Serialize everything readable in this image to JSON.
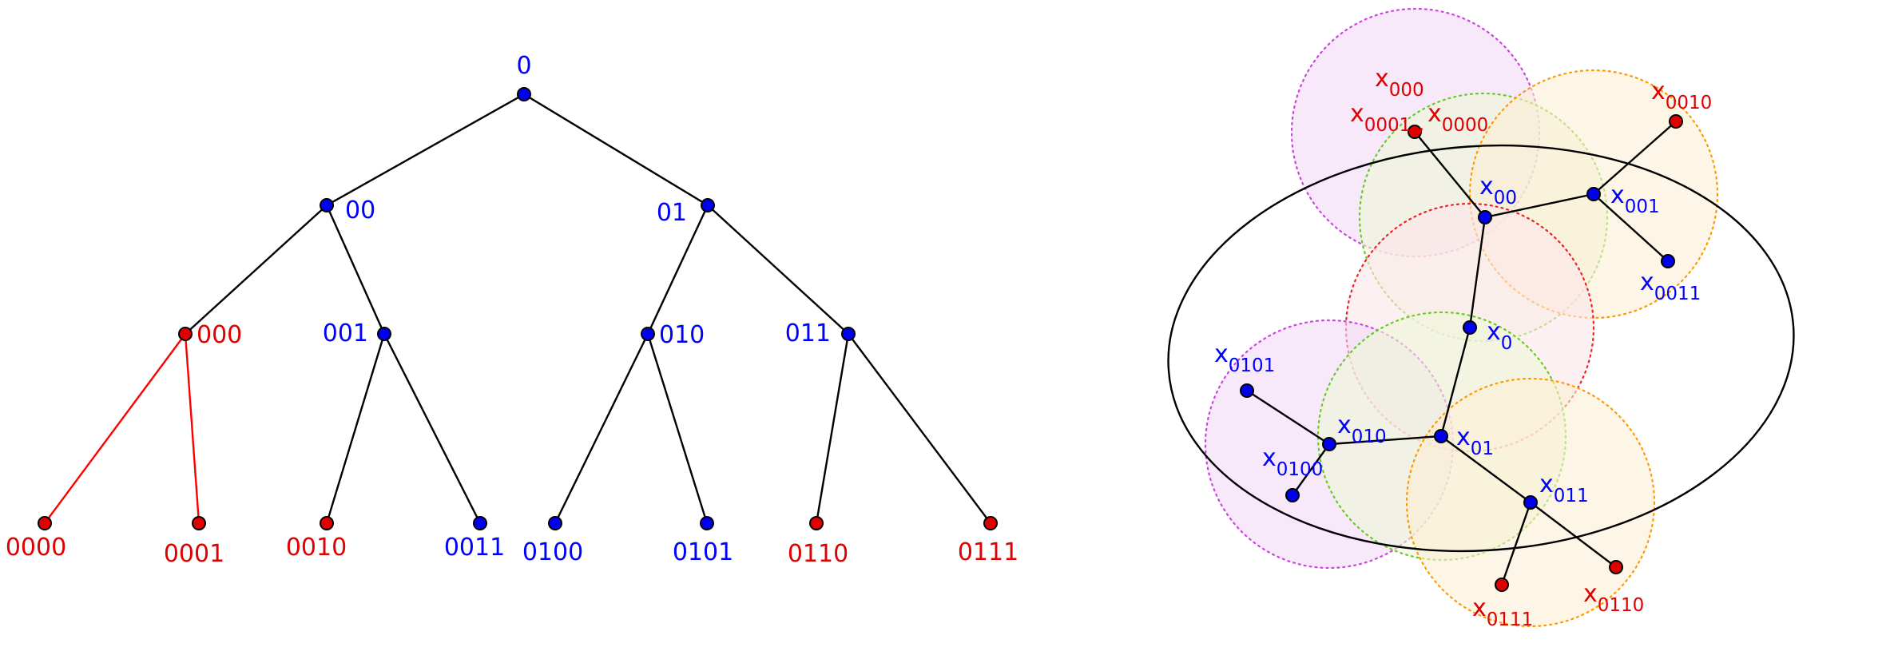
{
  "colors": {
    "internal": "#0000ff",
    "leaf": "#e00000",
    "edge": "#000000",
    "red_edge": "#ff0000",
    "node_fill_blue": "#0000ee",
    "node_fill_red": "#e00000"
  },
  "tree": {
    "nodes": [
      {
        "id": "0",
        "text": "0",
        "color": "blue"
      },
      {
        "id": "00",
        "text": "00",
        "color": "blue"
      },
      {
        "id": "01",
        "text": "01",
        "color": "blue"
      },
      {
        "id": "000",
        "text": "000",
        "color": "red"
      },
      {
        "id": "001",
        "text": "001",
        "color": "blue"
      },
      {
        "id": "010",
        "text": "010",
        "color": "blue"
      },
      {
        "id": "011",
        "text": "011",
        "color": "blue"
      },
      {
        "id": "0000",
        "text": "0000",
        "color": "red"
      },
      {
        "id": "0001",
        "text": "0001",
        "color": "red"
      },
      {
        "id": "0010",
        "text": "0010",
        "color": "red"
      },
      {
        "id": "0011",
        "text": "0011",
        "color": "blue"
      },
      {
        "id": "0100",
        "text": "0100",
        "color": "blue"
      },
      {
        "id": "0101",
        "text": "0101",
        "color": "blue"
      },
      {
        "id": "0110",
        "text": "0110",
        "color": "red"
      },
      {
        "id": "0111",
        "text": "0111",
        "color": "red"
      }
    ],
    "edges": [
      {
        "from": "0",
        "to": "00"
      },
      {
        "from": "0",
        "to": "01"
      },
      {
        "from": "00",
        "to": "000"
      },
      {
        "from": "00",
        "to": "001"
      },
      {
        "from": "01",
        "to": "010"
      },
      {
        "from": "01",
        "to": "011"
      },
      {
        "from": "000",
        "to": "0000",
        "color": "red"
      },
      {
        "from": "000",
        "to": "0001",
        "color": "red"
      },
      {
        "from": "001",
        "to": "0010"
      },
      {
        "from": "001",
        "to": "0011"
      },
      {
        "from": "010",
        "to": "0100"
      },
      {
        "from": "010",
        "to": "0101"
      },
      {
        "from": "011",
        "to": "0110"
      },
      {
        "from": "011",
        "to": "0111"
      }
    ]
  },
  "embedding": {
    "nodes": [
      {
        "id": "x0",
        "base": "x",
        "sub": "0",
        "color": "blue"
      },
      {
        "id": "x00",
        "base": "x",
        "sub": "00",
        "color": "blue"
      },
      {
        "id": "x01",
        "base": "x",
        "sub": "01",
        "color": "blue"
      },
      {
        "id": "x001",
        "base": "x",
        "sub": "001",
        "color": "blue"
      },
      {
        "id": "x010",
        "base": "x",
        "sub": "010",
        "color": "blue"
      },
      {
        "id": "x011",
        "base": "x",
        "sub": "011",
        "color": "blue"
      },
      {
        "id": "x0011",
        "base": "x",
        "sub": "0011",
        "color": "blue"
      },
      {
        "id": "x0101",
        "base": "x",
        "sub": "0101",
        "color": "blue"
      },
      {
        "id": "x0100",
        "base": "x",
        "sub": "0100",
        "color": "blue"
      },
      {
        "id": "x0001",
        "base": "x",
        "sub": "0001",
        "color": "red",
        "extra": {
          "base": "x",
          "sub": "0000"
        }
      },
      {
        "id": "x0010",
        "base": "x",
        "sub": "0010",
        "color": "red"
      },
      {
        "id": "x0111",
        "base": "x",
        "sub": "0111",
        "color": "red"
      },
      {
        "id": "x0110",
        "base": "x",
        "sub": "0110",
        "color": "red"
      }
    ],
    "labels_only": [
      {
        "id": "x000",
        "base": "x",
        "sub": "000",
        "color": "red"
      }
    ],
    "edges": [
      {
        "from": "x0",
        "to": "x00"
      },
      {
        "from": "x0",
        "to": "x01"
      },
      {
        "from": "x00",
        "to": "x001"
      },
      {
        "from": "x00",
        "to": "x0001"
      },
      {
        "from": "x001",
        "to": "x0010"
      },
      {
        "from": "x001",
        "to": "x0011"
      },
      {
        "from": "x01",
        "to": "x010"
      },
      {
        "from": "x01",
        "to": "x011"
      },
      {
        "from": "x010",
        "to": "x0101"
      },
      {
        "from": "x010",
        "to": "x0100"
      },
      {
        "from": "x011",
        "to": "x0111"
      },
      {
        "from": "x011",
        "to": "x0110"
      }
    ],
    "balls": [
      {
        "id": "ball-000",
        "fill": "#f2d8f7",
        "stroke": "#cc44dd"
      },
      {
        "id": "ball-00",
        "fill": "#eef6d8",
        "stroke": "#66cc22"
      },
      {
        "id": "ball-001",
        "fill": "#fcefd4",
        "stroke": "#ff9900"
      },
      {
        "id": "ball-0",
        "fill": "#fbe6ea",
        "stroke": "#ee2222"
      },
      {
        "id": "ball-010",
        "fill": "#f2d8f7",
        "stroke": "#cc44dd"
      },
      {
        "id": "ball-01",
        "fill": "#eef6d8",
        "stroke": "#66cc22"
      },
      {
        "id": "ball-011",
        "fill": "#fcefd4",
        "stroke": "#ff9900"
      }
    ]
  }
}
